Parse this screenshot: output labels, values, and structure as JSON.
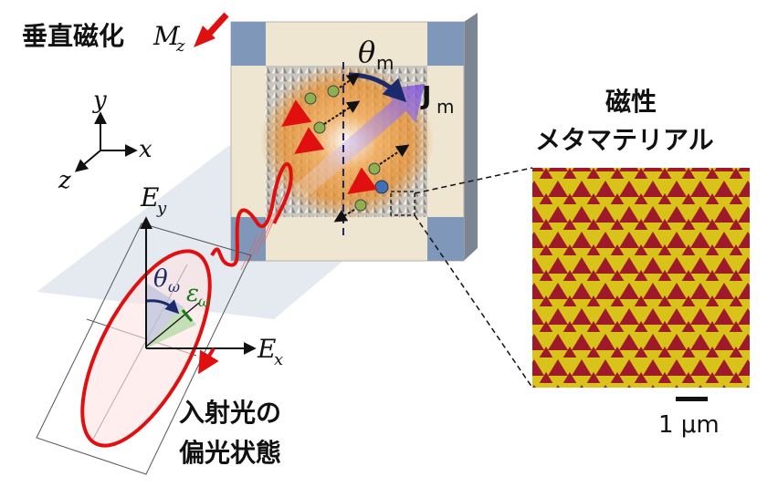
{
  "magnetization": {
    "label": "垂直磁化",
    "symbol": "M",
    "subscript": "z"
  },
  "axes": {
    "y": "y",
    "x": "x",
    "z": "z"
  },
  "field_axes": {
    "ey": "E",
    "ey_sub": "y",
    "ex": "E",
    "ex_sub": "x"
  },
  "angles": {
    "theta_m": "θ",
    "theta_m_sub": "m",
    "current": "J",
    "current_sub": "m",
    "theta_omega": "θ",
    "theta_omega_sub": "ω",
    "eps_omega": "ε",
    "eps_omega_sub": "ω"
  },
  "incident_light": {
    "line1": "入射光の",
    "line2": "偏光状態"
  },
  "metamaterial": {
    "line1": "磁性",
    "line2": "メタマテリアル"
  },
  "scale_bar": {
    "label": "1 μm"
  },
  "colors": {
    "red": "#e01010",
    "gold": "#d9c21a",
    "maroon": "#9e1a2a",
    "purple": "#7a4cd8",
    "navy": "#1a2a6a"
  }
}
